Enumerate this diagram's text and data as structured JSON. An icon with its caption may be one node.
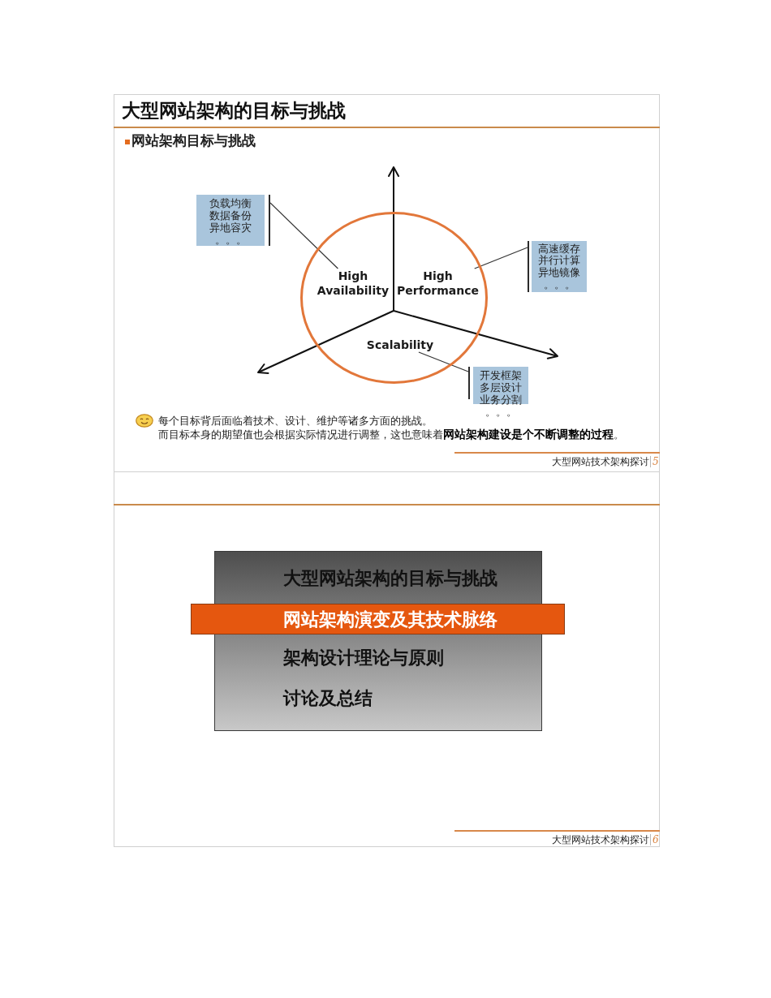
{
  "diagram": {
    "title": "大型网站架构的目标与挑战",
    "nodes": [
      {
        "text": [
          "负载均衡",
          "数据备份",
          "异地容灾",
          "。。。"
        ]
      },
      {
        "text": [],
        "shape": "circle"
      },
      {
        "text": [
          "High Availability"
        ],
        "in": 1
      },
      {
        "text": [
          "High Performance"
        ],
        "in": 1
      },
      {
        "text": [
          "Scalability"
        ],
        "in": 1
      },
      {
        "text": [
          "高速缓存",
          "并行计算",
          "异地镜像",
          "。。。"
        ]
      },
      {
        "text": [
          "开发框架",
          "多层设计",
          "业务分割",
          "。。。"
        ]
      },
      {
        "text": [
          "大型网站架构的目标与挑战",
          "架构设计理论与原则",
          "讨论及总结"
        ]
      },
      {
        "text": [
          "网站架构演变及其技术脉络"
        ],
        "in": 7
      }
    ],
    "edges": [
      {
        "from": 0,
        "to": 2,
        "arrow": "none"
      },
      {
        "from": 5,
        "to": 3,
        "arrow": "none"
      },
      {
        "from": 6,
        "to": 4,
        "arrow": "none"
      }
    ],
    "labels": [
      "网站架构目标与挑战",
      "每个目标背后面临着技术、设计、维护等诸多方面的挑战。",
      "而目标本身的期望值也会根据实际情况进行调整，这也意味着**网站架构建设是个不断调整的过程**。",
      "大型网站技术架构探讨",
      "5",
      "大型网站技术架构探讨",
      "6"
    ]
  }
}
